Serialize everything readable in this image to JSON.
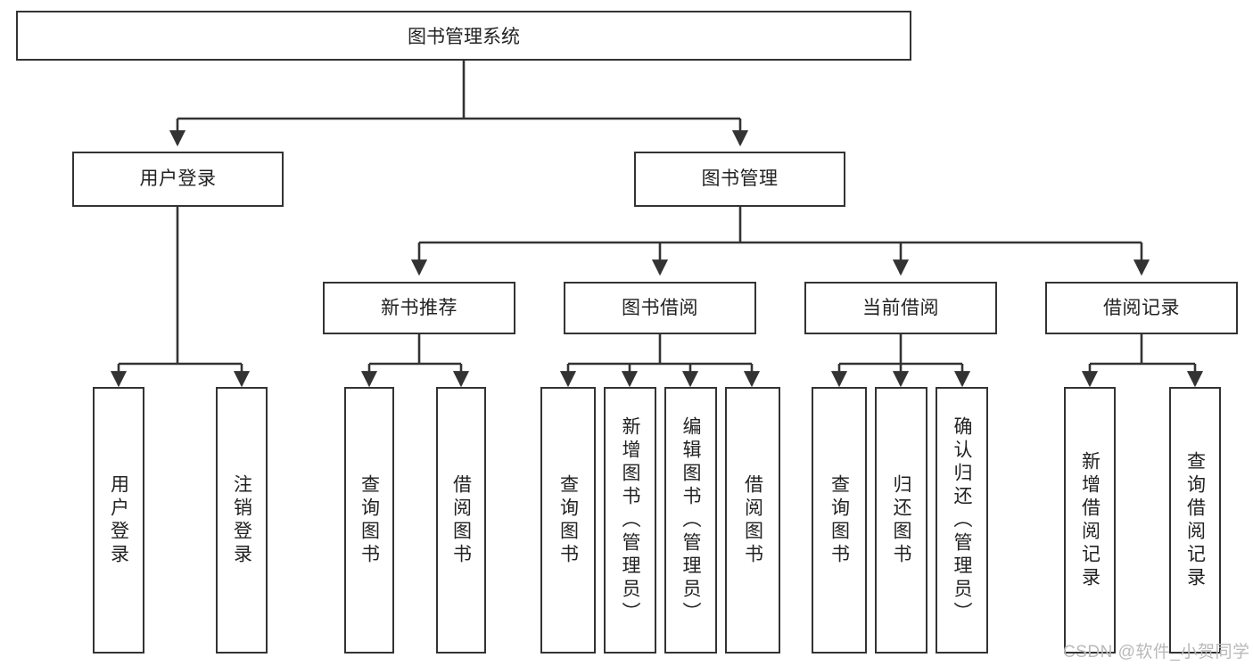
{
  "diagram": {
    "type": "tree",
    "title": "图书管理系统",
    "orientation": "top-down",
    "colors": {
      "node_border": "#333333",
      "node_fill": "#ffffff",
      "edge": "#333333",
      "text": "#222222",
      "watermark": "#b9b9b9",
      "background": "#ffffff"
    },
    "levels": {
      "root": {
        "label": "图书管理系统"
      },
      "level2": [
        {
          "id": "user-login",
          "label": "用户登录"
        },
        {
          "id": "book-manage",
          "label": "图书管理"
        }
      ],
      "level3": [
        {
          "id": "new-book-recommend",
          "label": "新书推荐"
        },
        {
          "id": "book-borrow",
          "label": "图书借阅"
        },
        {
          "id": "current-borrow",
          "label": "当前借阅"
        },
        {
          "id": "borrow-record",
          "label": "借阅记录"
        }
      ],
      "leaves": {
        "user-login": [
          {
            "id": "leaf-user-login",
            "label": "用户登录"
          },
          {
            "id": "leaf-logout",
            "label": "注销登录"
          }
        ],
        "new-book-recommend": [
          {
            "id": "leaf-query-book-1",
            "label": "查询图书"
          },
          {
            "id": "leaf-borrow-book-1",
            "label": "借阅图书"
          }
        ],
        "book-borrow": [
          {
            "id": "leaf-query-book-2",
            "label": "查询图书"
          },
          {
            "id": "leaf-add-book",
            "label": "新增图书（管理员）"
          },
          {
            "id": "leaf-edit-book",
            "label": "编辑图书（管理员）"
          },
          {
            "id": "leaf-borrow-book-2",
            "label": "借阅图书"
          }
        ],
        "current-borrow": [
          {
            "id": "leaf-query-book-3",
            "label": "查询图书"
          },
          {
            "id": "leaf-return-book",
            "label": "归还图书"
          },
          {
            "id": "leaf-confirm-return",
            "label": "确认归还（管理员）"
          }
        ],
        "borrow-record": [
          {
            "id": "leaf-add-record",
            "label": "新增借阅记录"
          },
          {
            "id": "leaf-query-record",
            "label": "查询借阅记录"
          }
        ]
      }
    }
  },
  "watermark": {
    "text": "CSDN @软件_小贺同学"
  }
}
